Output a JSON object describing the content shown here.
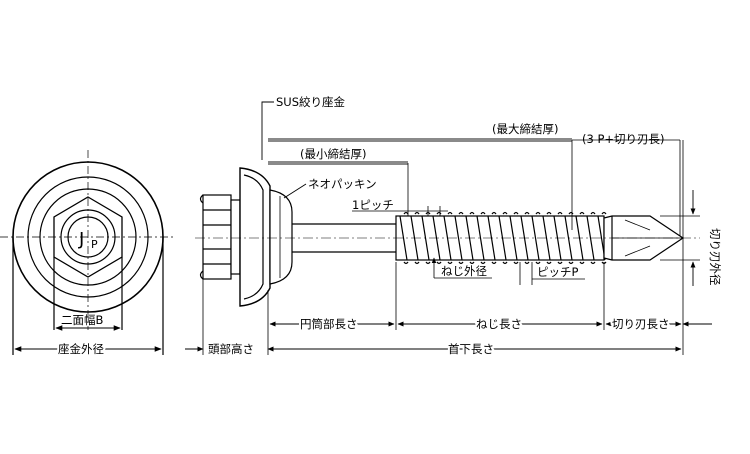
{
  "labels": {
    "sus_washer": "SUS絞り座金",
    "max_thickness": "(最大締結厚)",
    "min_thickness": "(最小締結厚)",
    "cut_length_note": "(3 P+切り刃長)",
    "neo_packing": "ネオパッキン",
    "one_pitch": "1ピッチ",
    "thread_outer_dia": "ねじ外径",
    "pitch_p": "ピッチP",
    "cut_outer_dia": "切り刃外径",
    "across_flats": "二面幅B",
    "washer_outer_dia": "座金外径",
    "head_height": "頭部高さ",
    "cylinder_length": "円筒部長さ",
    "thread_length": "ねじ長さ",
    "cut_blade_length": "切り刃長さ",
    "under_head_length": "首下長さ"
  },
  "logo": {
    "text": "JP"
  }
}
